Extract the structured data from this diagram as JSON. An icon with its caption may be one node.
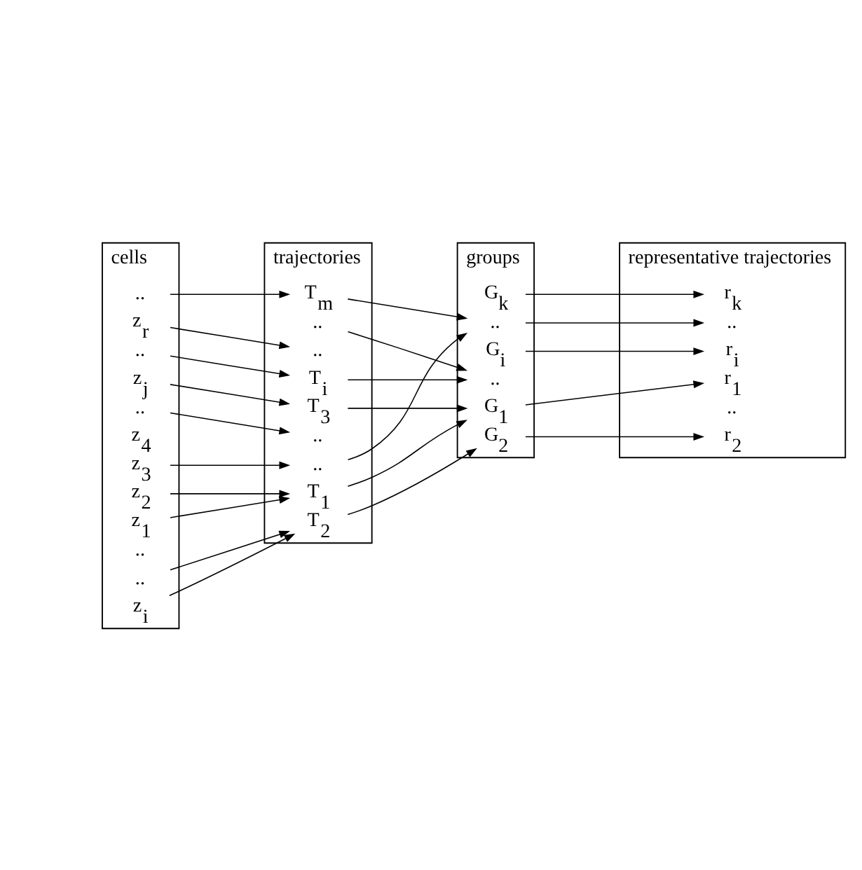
{
  "diagram": {
    "nodes": [
      {
        "text": [
          "cells"
        ]
      },
      {
        "text": [
          "z$_{1}$"
        ],
        "in": 0
      },
      {
        "text": [
          "z$_{2}$"
        ],
        "in": 0
      },
      {
        "text": [
          "z$_{3}$"
        ],
        "in": 0
      },
      {
        "text": [
          "z$_{4}$"
        ],
        "in": 0
      },
      {
        "text": [
          ".."
        ],
        "in": 0
      },
      {
        "text": [
          ".."
        ],
        "in": 0
      },
      {
        "text": [
          "z$_{i}$"
        ],
        "in": 0
      },
      {
        "text": [
          ".."
        ],
        "in": 0
      },
      {
        "text": [
          "z$_{j}$"
        ],
        "in": 0
      },
      {
        "text": [
          ".."
        ],
        "in": 0
      },
      {
        "text": [
          ".."
        ],
        "in": 0
      },
      {
        "text": [
          "z$_{r}$"
        ],
        "in": 0
      },
      {
        "text": [
          "trajectories"
        ]
      },
      {
        "text": [
          "T$_{1}$"
        ],
        "in": 13
      },
      {
        "text": [
          "T$_{2}$"
        ],
        "in": 13
      },
      {
        "text": [
          "T$_{3}$"
        ],
        "in": 13
      },
      {
        "text": [
          ".."
        ],
        "in": 13
      },
      {
        "text": [
          ".."
        ],
        "in": 13
      },
      {
        "text": [
          "T$_{i}$"
        ],
        "in": 13
      },
      {
        "text": [
          ".."
        ],
        "in": 13
      },
      {
        "text": [
          ".."
        ],
        "in": 13
      },
      {
        "text": [
          "T$_{m}$"
        ],
        "in": 13
      },
      {
        "text": [
          "groups"
        ]
      },
      {
        "text": [
          "G$_{1}$"
        ],
        "in": 23
      },
      {
        "text": [
          "G$_{2}$"
        ],
        "in": 23
      },
      {
        "text": [
          ".."
        ],
        "in": 23
      },
      {
        "text": [
          "G$_{i}$"
        ],
        "in": 23
      },
      {
        "text": [
          ".."
        ],
        "in": 23
      },
      {
        "text": [
          "G$_{k}$"
        ],
        "in": 23
      },
      {
        "text": [
          "representative trajectories"
        ]
      },
      {
        "text": [
          "r$_{1}$"
        ],
        "in": 30
      },
      {
        "text": [
          "r$_{2}$"
        ],
        "in": 30
      },
      {
        "text": [
          ".."
        ],
        "in": 30
      },
      {
        "text": [
          "r$_{i}$"
        ],
        "in": 30
      },
      {
        "text": [
          ".."
        ],
        "in": 30
      },
      {
        "text": [
          "r$_{k}$"
        ],
        "in": 30
      }
    ],
    "edges": [
      {
        "from": 1,
        "to": 14,
        "arrow": "to"
      },
      {
        "from": 2,
        "to": 14,
        "arrow": "to"
      },
      {
        "from": 3,
        "to": 17,
        "arrow": "to"
      },
      {
        "from": 5,
        "to": 15,
        "arrow": "to"
      },
      {
        "from": 7,
        "to": 15,
        "arrow": "to"
      },
      {
        "from": 8,
        "to": 20,
        "arrow": "to"
      },
      {
        "from": 9,
        "to": 16,
        "arrow": "to"
      },
      {
        "from": 10,
        "to": 19,
        "arrow": "to"
      },
      {
        "from": 11,
        "to": 22,
        "arrow": "to"
      },
      {
        "from": 12,
        "to": 18,
        "arrow": "to"
      },
      {
        "from": 14,
        "to": 24,
        "arrow": "to"
      },
      {
        "from": 15,
        "to": 25,
        "arrow": "to"
      },
      {
        "from": 16,
        "to": 24,
        "arrow": "to"
      },
      {
        "from": 17,
        "to": 28,
        "arrow": "to"
      },
      {
        "from": 19,
        "to": 26,
        "arrow": "to"
      },
      {
        "from": 21,
        "to": 26,
        "arrow": "to"
      },
      {
        "from": 22,
        "to": 28,
        "arrow": "to"
      },
      {
        "from": 24,
        "to": 31,
        "arrow": "to"
      },
      {
        "from": 25,
        "to": 32,
        "arrow": "to"
      },
      {
        "from": 27,
        "to": 34,
        "arrow": "to"
      },
      {
        "from": 28,
        "to": 35,
        "arrow": "to"
      },
      {
        "from": 29,
        "to": 36,
        "arrow": "to"
      }
    ]
  }
}
